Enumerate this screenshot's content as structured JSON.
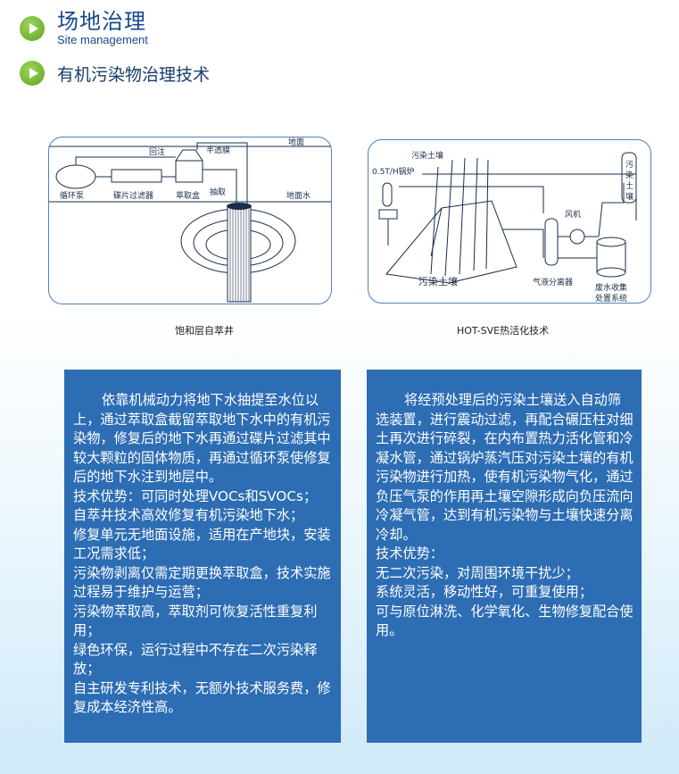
{
  "header": {
    "title": "场地治理",
    "subtitle": "Site management",
    "section_title": "有机污染物治理技术"
  },
  "diagram_left": {
    "labels": {
      "huizhu": "回注",
      "bantoumo": "半透膜",
      "dimian": "地面",
      "xunhuanbeng": "循环泵",
      "diepian": "碟片过滤器",
      "cuiquhe": "萃取盒",
      "chouqu": "抽取",
      "dimianshui": "地面水"
    },
    "caption": "饱和层自萃井"
  },
  "diagram_right": {
    "labels": {
      "wuranturang_top": "污染土壤",
      "guolu": "0.5T/H锅炉",
      "wuranturang_main": "污染土壤",
      "fengji": "风机",
      "qiye": "气液分离器",
      "feishui1": "废水收集",
      "feishui2": "处置系统",
      "tank_v1": "污",
      "tank_v2": "染",
      "tank_v3": "土",
      "tank_v4": "壤"
    },
    "caption": "HOT-SVE热活化技术"
  },
  "panel_left": {
    "para1": "依靠机械动力将地下水抽提至水位以上，通过萃取盒截留萃取地下水中的有机污染物，修复后的地下水再通过碟片过滤其中较大颗粒的固体物质，再通过循环泵使修复后的地下水注到地层中。",
    "lines": [
      "技术优势：可同时处理VOCs和SVOCs；",
      "自萃井技术高效修复有机污染地下水；",
      "修复单元无地面设施，适用在产地块，安装工况需求低；",
      "污染物剥离仅需定期更换萃取盒，技术实施过程易于维护与运营；",
      "污染物萃取高，萃取剂可恢复活性重复利用；",
      "绿色环保，运行过程中不存在二次污染释放；",
      "自主研发专利技术，无额外技术服务费，修复成本经济性高。"
    ]
  },
  "panel_right": {
    "para1": "将经预处理后的污染土壤送入自动筛选装置，进行震动过滤，再配合碾压柱对细土再次进行碎裂，在内布置热力活化管和冷凝水管，通过锅炉蒸汽压对污染土壤的有机污染物进行加热，使有机污染物气化，通过负压气泵的作用再土壤空隙形成向负压流向冷凝气管，达到有机污染物与土壤快速分离冷却。",
    "lines": [
      "技术优势：",
      "无二次污染，对周围环境干扰少；",
      "系统灵活，移动性好，可重复使用；",
      "可与原位淋洗、化学氧化、生物修复配合使用。"
    ]
  },
  "colors": {
    "title_blue": "#164a8a",
    "panel_blue": "#2d6db3",
    "accent_green": "#6ab02b",
    "line_blue": "#4e7fc1"
  }
}
